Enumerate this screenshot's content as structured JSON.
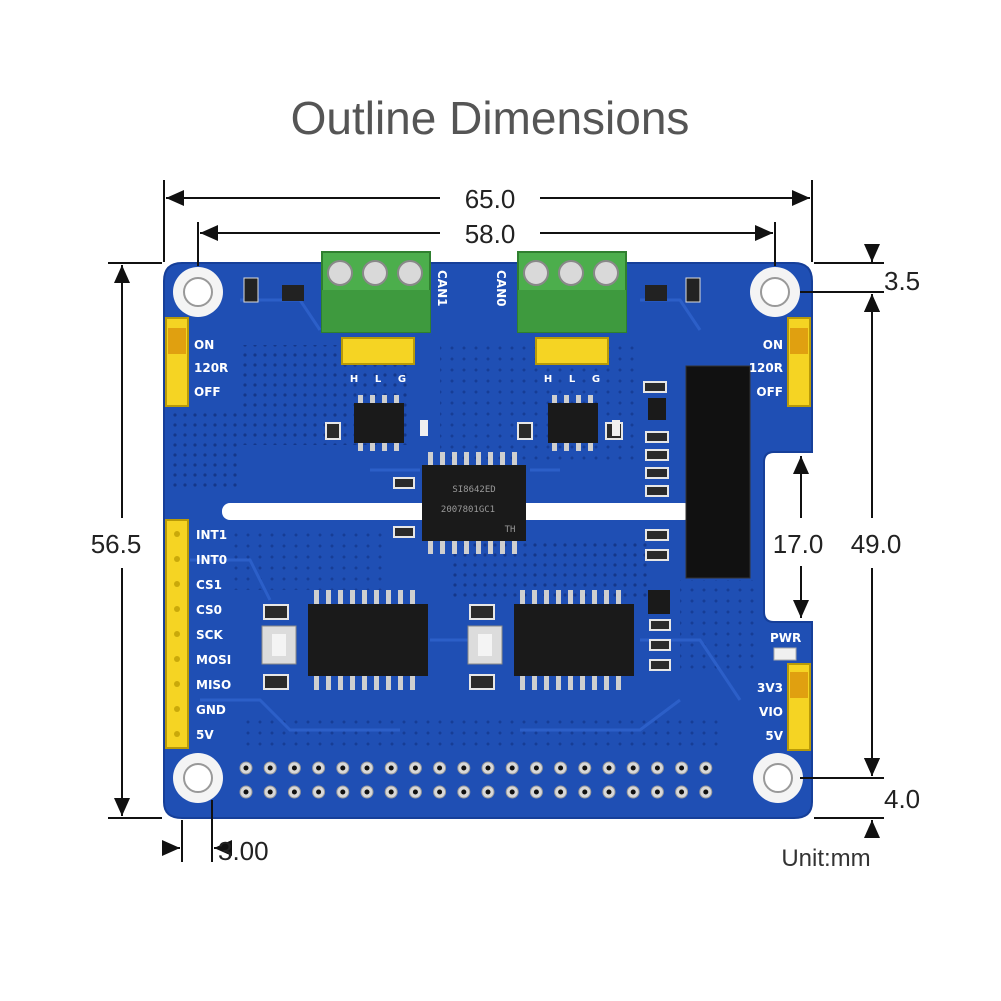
{
  "title": "Outline Dimensions",
  "unit_label": "Unit:mm",
  "dimensions": {
    "overall_width": "65.0",
    "hole_spacing_width": "58.0",
    "overall_height": "56.5",
    "hole_spacing_height": "49.0",
    "top_hole_offset": "3.5",
    "bottom_hole_offset": "4.0",
    "left_edge_offset": "3.00",
    "notch_height": "17.0"
  },
  "board": {
    "pcb_color": "#1f4fb4",
    "connectors": {
      "can1": "CAN1",
      "can0": "CAN0"
    },
    "terminal_pins": [
      "H",
      "L",
      "G"
    ],
    "jumper_left": [
      "ON",
      "120R",
      "OFF"
    ],
    "jumper_right": [
      "ON",
      "120R",
      "OFF"
    ],
    "header_pins": [
      "INT1",
      "INT0",
      "CS1",
      "CS0",
      "SCK",
      "MOSI",
      "MISO",
      "GND",
      "5V"
    ],
    "power_label": "PWR",
    "power_jumper": [
      "3V3",
      "VIO",
      "5V"
    ],
    "isolator_chip": [
      "SI8642ED",
      "2007801GC1",
      "TH"
    ]
  }
}
